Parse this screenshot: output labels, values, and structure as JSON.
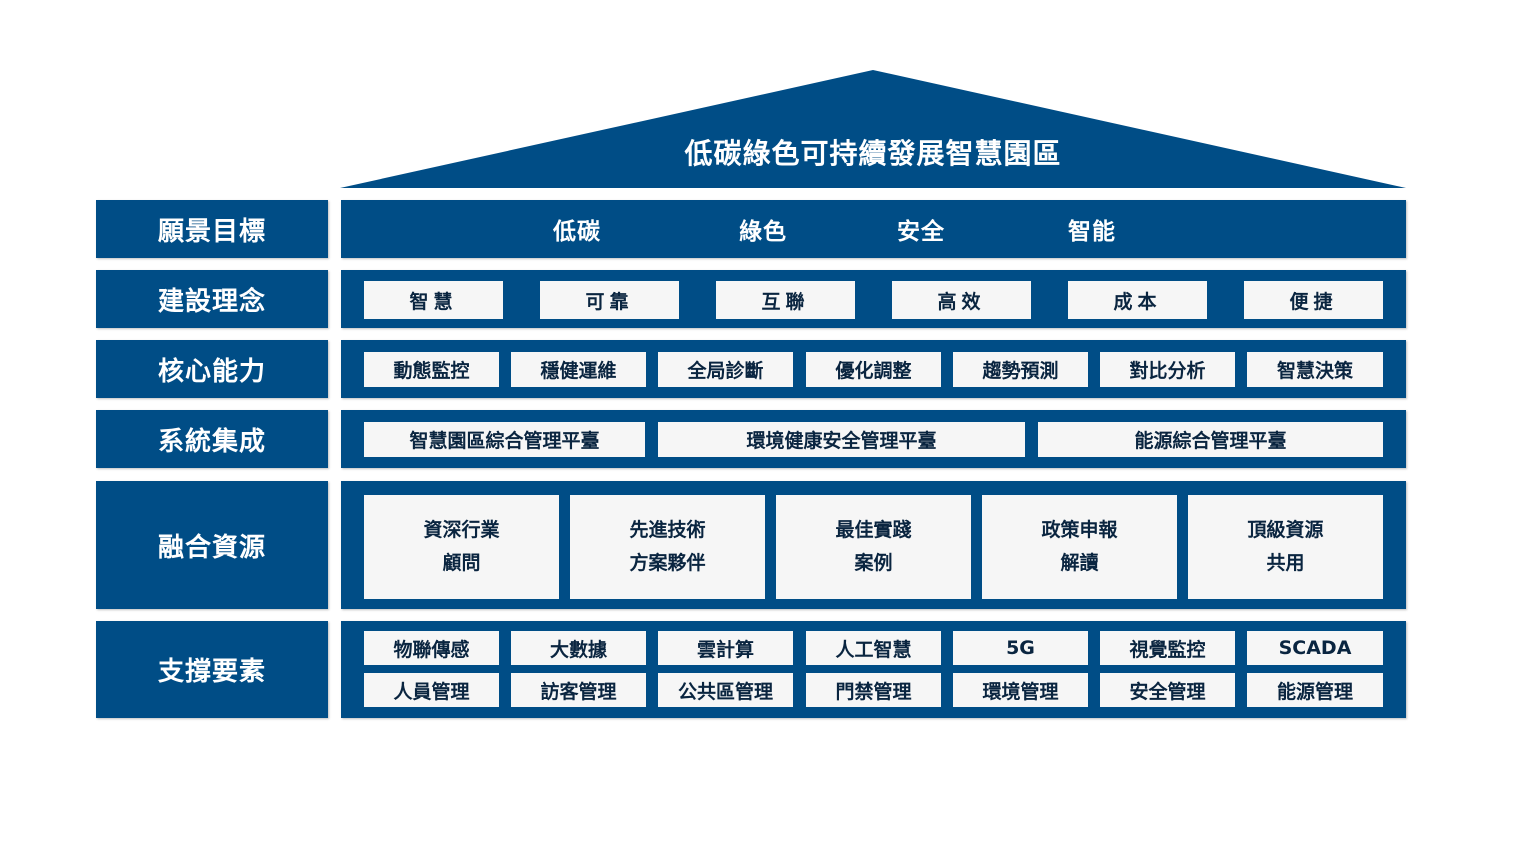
{
  "title": "低碳綠色可持續發展智慧園區",
  "colors": {
    "primary": "#004d86",
    "cell_bg": "#f6f6f6",
    "cell_text": "#0a2540"
  },
  "rows": {
    "vision": {
      "label": "願景目標",
      "items": [
        "低碳",
        "綠色",
        "安全",
        "智能"
      ]
    },
    "concept": {
      "label": "建設理念",
      "items": [
        "智慧",
        "可靠",
        "互聯",
        "高效",
        "成本",
        "便捷"
      ]
    },
    "core": {
      "label": "核心能力",
      "items": [
        "動態監控",
        "穩健運維",
        "全局診斷",
        "優化調整",
        "趨勢預測",
        "對比分析",
        "智慧決策"
      ]
    },
    "system": {
      "label": "系統集成",
      "items": [
        "智慧園區綜合管理平臺",
        "環境健康安全管理平臺",
        "能源綜合管理平臺"
      ]
    },
    "resources": {
      "label": "融合資源",
      "items": [
        {
          "line1": "資深行業",
          "line2": "顧問"
        },
        {
          "line1": "先進技術",
          "line2": "方案夥伴"
        },
        {
          "line1": "最佳實踐",
          "line2": "案例"
        },
        {
          "line1": "政策申報",
          "line2": "解讀"
        },
        {
          "line1": "頂級資源",
          "line2": "共用"
        }
      ]
    },
    "support": {
      "label": "支撐要素",
      "top": [
        "物聯傳感",
        "大數據",
        "雲計算",
        "人工智慧",
        "5G",
        "視覺監控",
        "SCADA"
      ],
      "bottom": [
        "人員管理",
        "訪客管理",
        "公共區管理",
        "門禁管理",
        "環境管理",
        "安全管理",
        "能源管理"
      ]
    }
  }
}
